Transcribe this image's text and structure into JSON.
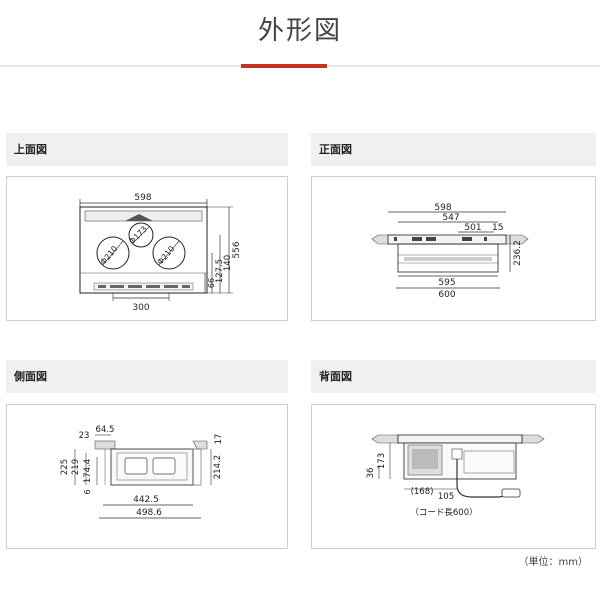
{
  "page_title": "外形図",
  "panels": {
    "top": {
      "title": "上面図",
      "labels": {
        "w598": "598",
        "w300": "300",
        "d556": "556",
        "d140": "140",
        "d127_5": "127.5",
        "d66": "66",
        "b210a": "Φ210",
        "b173": "Φ173",
        "b210b": "Φ210"
      }
    },
    "front": {
      "title": "正面図",
      "labels": {
        "w598": "598",
        "w547": "547",
        "w501": "501",
        "w15": "15",
        "w595": "595",
        "w600": "600",
        "h236_2": "236.2"
      }
    },
    "side": {
      "title": "側面図",
      "labels": {
        "d23": "23",
        "d64_5": "64.5",
        "d17": "17",
        "h225": "225",
        "h219": "219",
        "h174_4": "174.4",
        "h6": "6",
        "h214_2": "214.2",
        "d442_5": "442.5",
        "d498_6": "498.6"
      }
    },
    "back": {
      "title": "背面図",
      "labels": {
        "h173": "173",
        "h36": "36",
        "w168": "(168)",
        "w105": "105",
        "cord": "（コード長600）"
      }
    }
  },
  "unit_note": "（単位：mm）"
}
